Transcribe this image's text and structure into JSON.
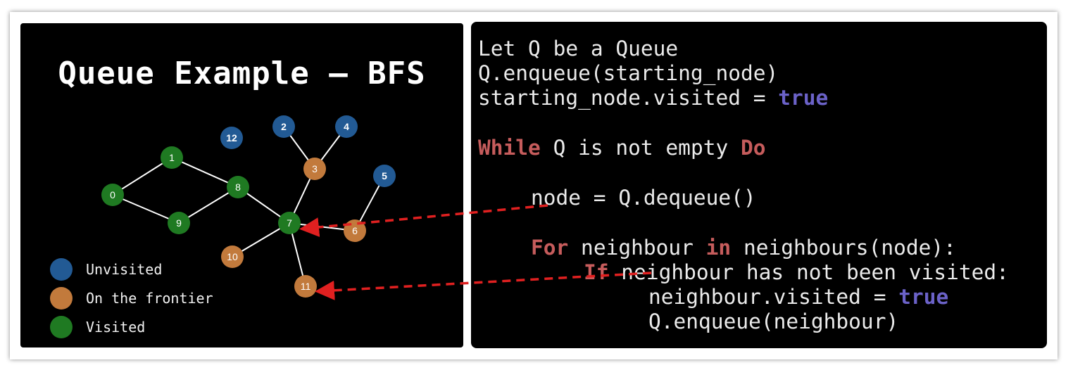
{
  "slide": {
    "title": "Queue Example – BFS"
  },
  "colors": {
    "unvisited": "#225a94",
    "frontier": "#c27a3c",
    "visited": "#1f7a22",
    "keyword": "#c65c5c",
    "literal": "#6b62c8",
    "arrow": "#e02020"
  },
  "legend": [
    {
      "label": "Unvisited",
      "state": "unvisited"
    },
    {
      "label": "On the frontier",
      "state": "frontier"
    },
    {
      "label": "Visited",
      "state": "visited"
    }
  ],
  "graph": {
    "nodes": [
      {
        "id": "0",
        "state": "visited"
      },
      {
        "id": "1",
        "state": "visited"
      },
      {
        "id": "2",
        "state": "unvisited"
      },
      {
        "id": "3",
        "state": "frontier"
      },
      {
        "id": "4",
        "state": "unvisited"
      },
      {
        "id": "5",
        "state": "unvisited"
      },
      {
        "id": "6",
        "state": "frontier"
      },
      {
        "id": "7",
        "state": "visited"
      },
      {
        "id": "8",
        "state": "visited"
      },
      {
        "id": "9",
        "state": "visited"
      },
      {
        "id": "10",
        "state": "frontier"
      },
      {
        "id": "11",
        "state": "frontier"
      },
      {
        "id": "12",
        "state": "unvisited"
      }
    ],
    "edges": [
      [
        "0",
        "1"
      ],
      [
        "0",
        "9"
      ],
      [
        "1",
        "8"
      ],
      [
        "9",
        "8"
      ],
      [
        "8",
        "7"
      ],
      [
        "7",
        "3"
      ],
      [
        "3",
        "2"
      ],
      [
        "3",
        "4"
      ],
      [
        "7",
        "6"
      ],
      [
        "6",
        "5"
      ],
      [
        "7",
        "10"
      ],
      [
        "7",
        "11"
      ]
    ]
  },
  "code": {
    "line1": "Let Q be a Queue",
    "line2": "Q.enqueue(starting_node)",
    "line3_pre": "starting_node.visited = ",
    "line3_true": "true",
    "line4_kw1": "While",
    "line4_mid": " Q is not empty ",
    "line4_kw2": "Do",
    "line5": "node = Q.dequeue()",
    "line6_kw1": "For",
    "line6_mid": " neighbour ",
    "line6_kw2": "in",
    "line6_post": " neighbours(node):",
    "line7_kw": "If",
    "line7_post": " neighbour has not been visited:",
    "line8_pre": "neighbour.visited = ",
    "line8_true": "true",
    "line9": "Q.enqueue(neighbour)"
  }
}
